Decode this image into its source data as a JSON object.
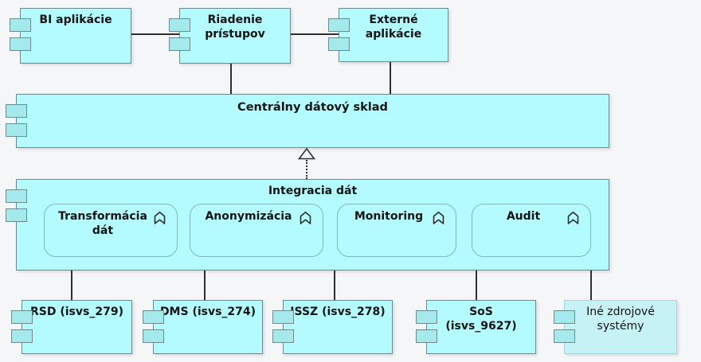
{
  "colors": {
    "canvas-bg": "#f5f6f7",
    "node-fill": "#b3fbfe",
    "node-border": "#6d8a8e",
    "lug-fill": "#a4e9ec",
    "function-border": "#7fb7bb",
    "light-node-fill": "#c6f1f5",
    "light-node-border": "#a6d6dc",
    "connector": "#2f2f2f",
    "text": "#141414"
  },
  "nodes": {
    "top": [
      {
        "label": "BI aplikácie"
      },
      {
        "label": "Riadenie prístupov"
      },
      {
        "label": "Externé aplikácie"
      }
    ],
    "central": {
      "label": "Centrálny dátový sklad"
    },
    "integration": {
      "label": "Integracia dát",
      "functions": [
        {
          "label": "Transformácia dát"
        },
        {
          "label": "Anonymizácia"
        },
        {
          "label": "Monitoring"
        },
        {
          "label": "Audit"
        }
      ]
    },
    "sources": [
      {
        "label": "RSD (isvs_279)"
      },
      {
        "label": "DMS (isvs_274)"
      },
      {
        "label": "ISSZ (isvs_278)"
      },
      {
        "label": "SoS (isvs_9627)"
      },
      {
        "label": "Iné zdrojové systémy"
      }
    ]
  }
}
